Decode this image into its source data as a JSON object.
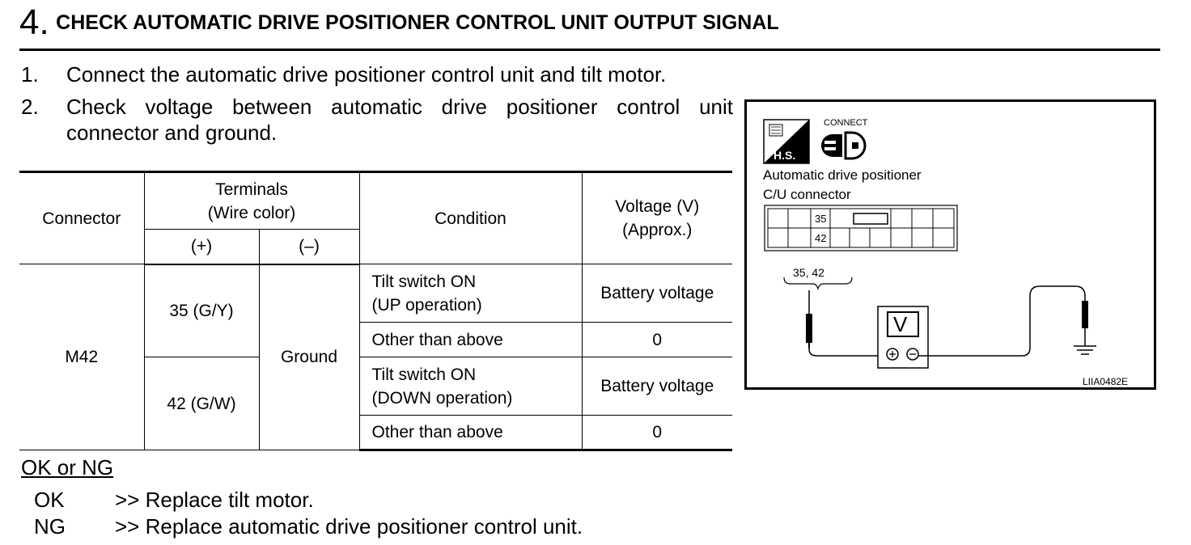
{
  "step": {
    "number": "4.",
    "title": "CHECK AUTOMATIC DRIVE POSITIONER CONTROL UNIT OUTPUT SIGNAL"
  },
  "instructions": [
    {
      "num": "1.",
      "text": "Connect the automatic drive positioner control unit and tilt motor."
    },
    {
      "num": "2.",
      "line1": "Check voltage between automatic drive positioner control unit",
      "line2": "connector and ground."
    }
  ],
  "table": {
    "headers": {
      "connector": "Connector",
      "terminals_line1": "Terminals",
      "terminals_line2": "(Wire color)",
      "plus": "(+)",
      "minus": "(–)",
      "condition": "Condition",
      "voltage_line1": "Voltage (V)",
      "voltage_line2": "(Approx.)"
    },
    "connector": "M42",
    "negative": "Ground",
    "rows": [
      {
        "terminal": "35 (G/Y)",
        "cond1_line1": "Tilt switch ON",
        "cond1_line2": "(UP operation)",
        "volt1": "Battery voltage",
        "cond2": "Other than above",
        "volt2": "0"
      },
      {
        "terminal": "42 (G/W)",
        "cond1_line1": "Tilt switch ON",
        "cond1_line2": "(DOWN operation)",
        "volt1": "Battery voltage",
        "cond2": "Other than above",
        "volt2": "0"
      }
    ]
  },
  "results": {
    "heading": "OK or NG",
    "ok_key": "OK",
    "ok_text": ">> Replace tilt motor.",
    "ng_key": "NG",
    "ng_text": ">> Replace automatic drive positioner control unit."
  },
  "diagram": {
    "hs_label": "H.S.",
    "connect_label": "CONNECT",
    "title_line1": "Automatic drive positioner",
    "title_line2": "C/U connector",
    "pin_top": "35",
    "pin_bottom": "42",
    "probe_label": "35, 42",
    "meter_label": "V",
    "figure_code": "LIIA0482E"
  }
}
